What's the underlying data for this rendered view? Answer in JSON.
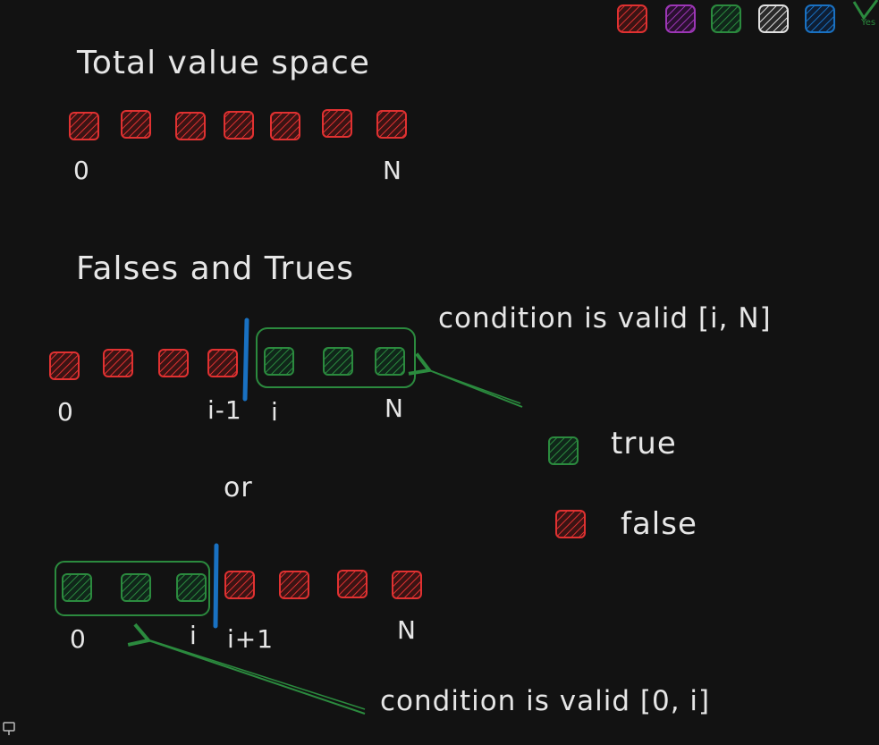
{
  "palette": {
    "red": "#e03131",
    "purple": "#9c36b5",
    "green": "#2b8a3e",
    "white": "#e0e0e0",
    "blue": "#1971c2"
  },
  "titles": {
    "total": "Total value space",
    "falses_trues": "Falses and Trues",
    "or": "or"
  },
  "row1": {
    "cells": [
      "false",
      "false",
      "false",
      "false",
      "false",
      "false",
      "false"
    ],
    "start": "0",
    "end": "N"
  },
  "row2": {
    "cells": [
      "false",
      "false",
      "false",
      "false",
      "true",
      "true",
      "true"
    ],
    "start": "0",
    "split_left": "i-1",
    "split_right": "i",
    "end": "N",
    "condition": "condition is valid [i, N]"
  },
  "row3": {
    "cells": [
      "true",
      "true",
      "true",
      "false",
      "false",
      "false",
      "false"
    ],
    "start": "0",
    "split_left": "i",
    "split_right": "i+1",
    "end": "N",
    "condition": "condition is valid [0, i]"
  },
  "legend": {
    "true_label": "true",
    "false_label": "false"
  },
  "corner_badge": "Yes"
}
